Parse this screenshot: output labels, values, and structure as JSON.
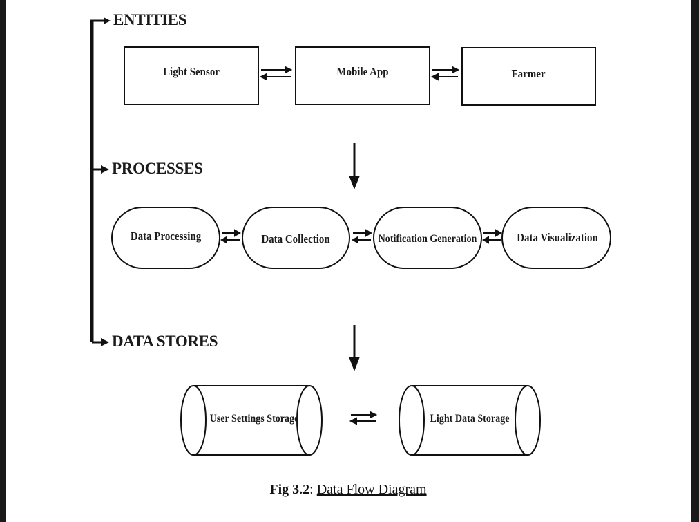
{
  "sections": {
    "entities": "ENTITIES",
    "processes": "PROCESSES",
    "data_stores": "DATA STORES"
  },
  "entities": [
    {
      "label": "Light Sensor"
    },
    {
      "label": "Mobile App"
    },
    {
      "label": "Farmer"
    }
  ],
  "processes": [
    {
      "label": "Data Processing"
    },
    {
      "label": "Data Collection"
    },
    {
      "label": "Notification Generation"
    },
    {
      "label": "Data Visualization"
    }
  ],
  "data_stores": [
    {
      "label": "User Settings Storage"
    },
    {
      "label": "Light Data Storage"
    }
  ],
  "caption": {
    "prefix": "Fig 3.2",
    "separator": ": ",
    "title": "Data Flow Diagram"
  }
}
